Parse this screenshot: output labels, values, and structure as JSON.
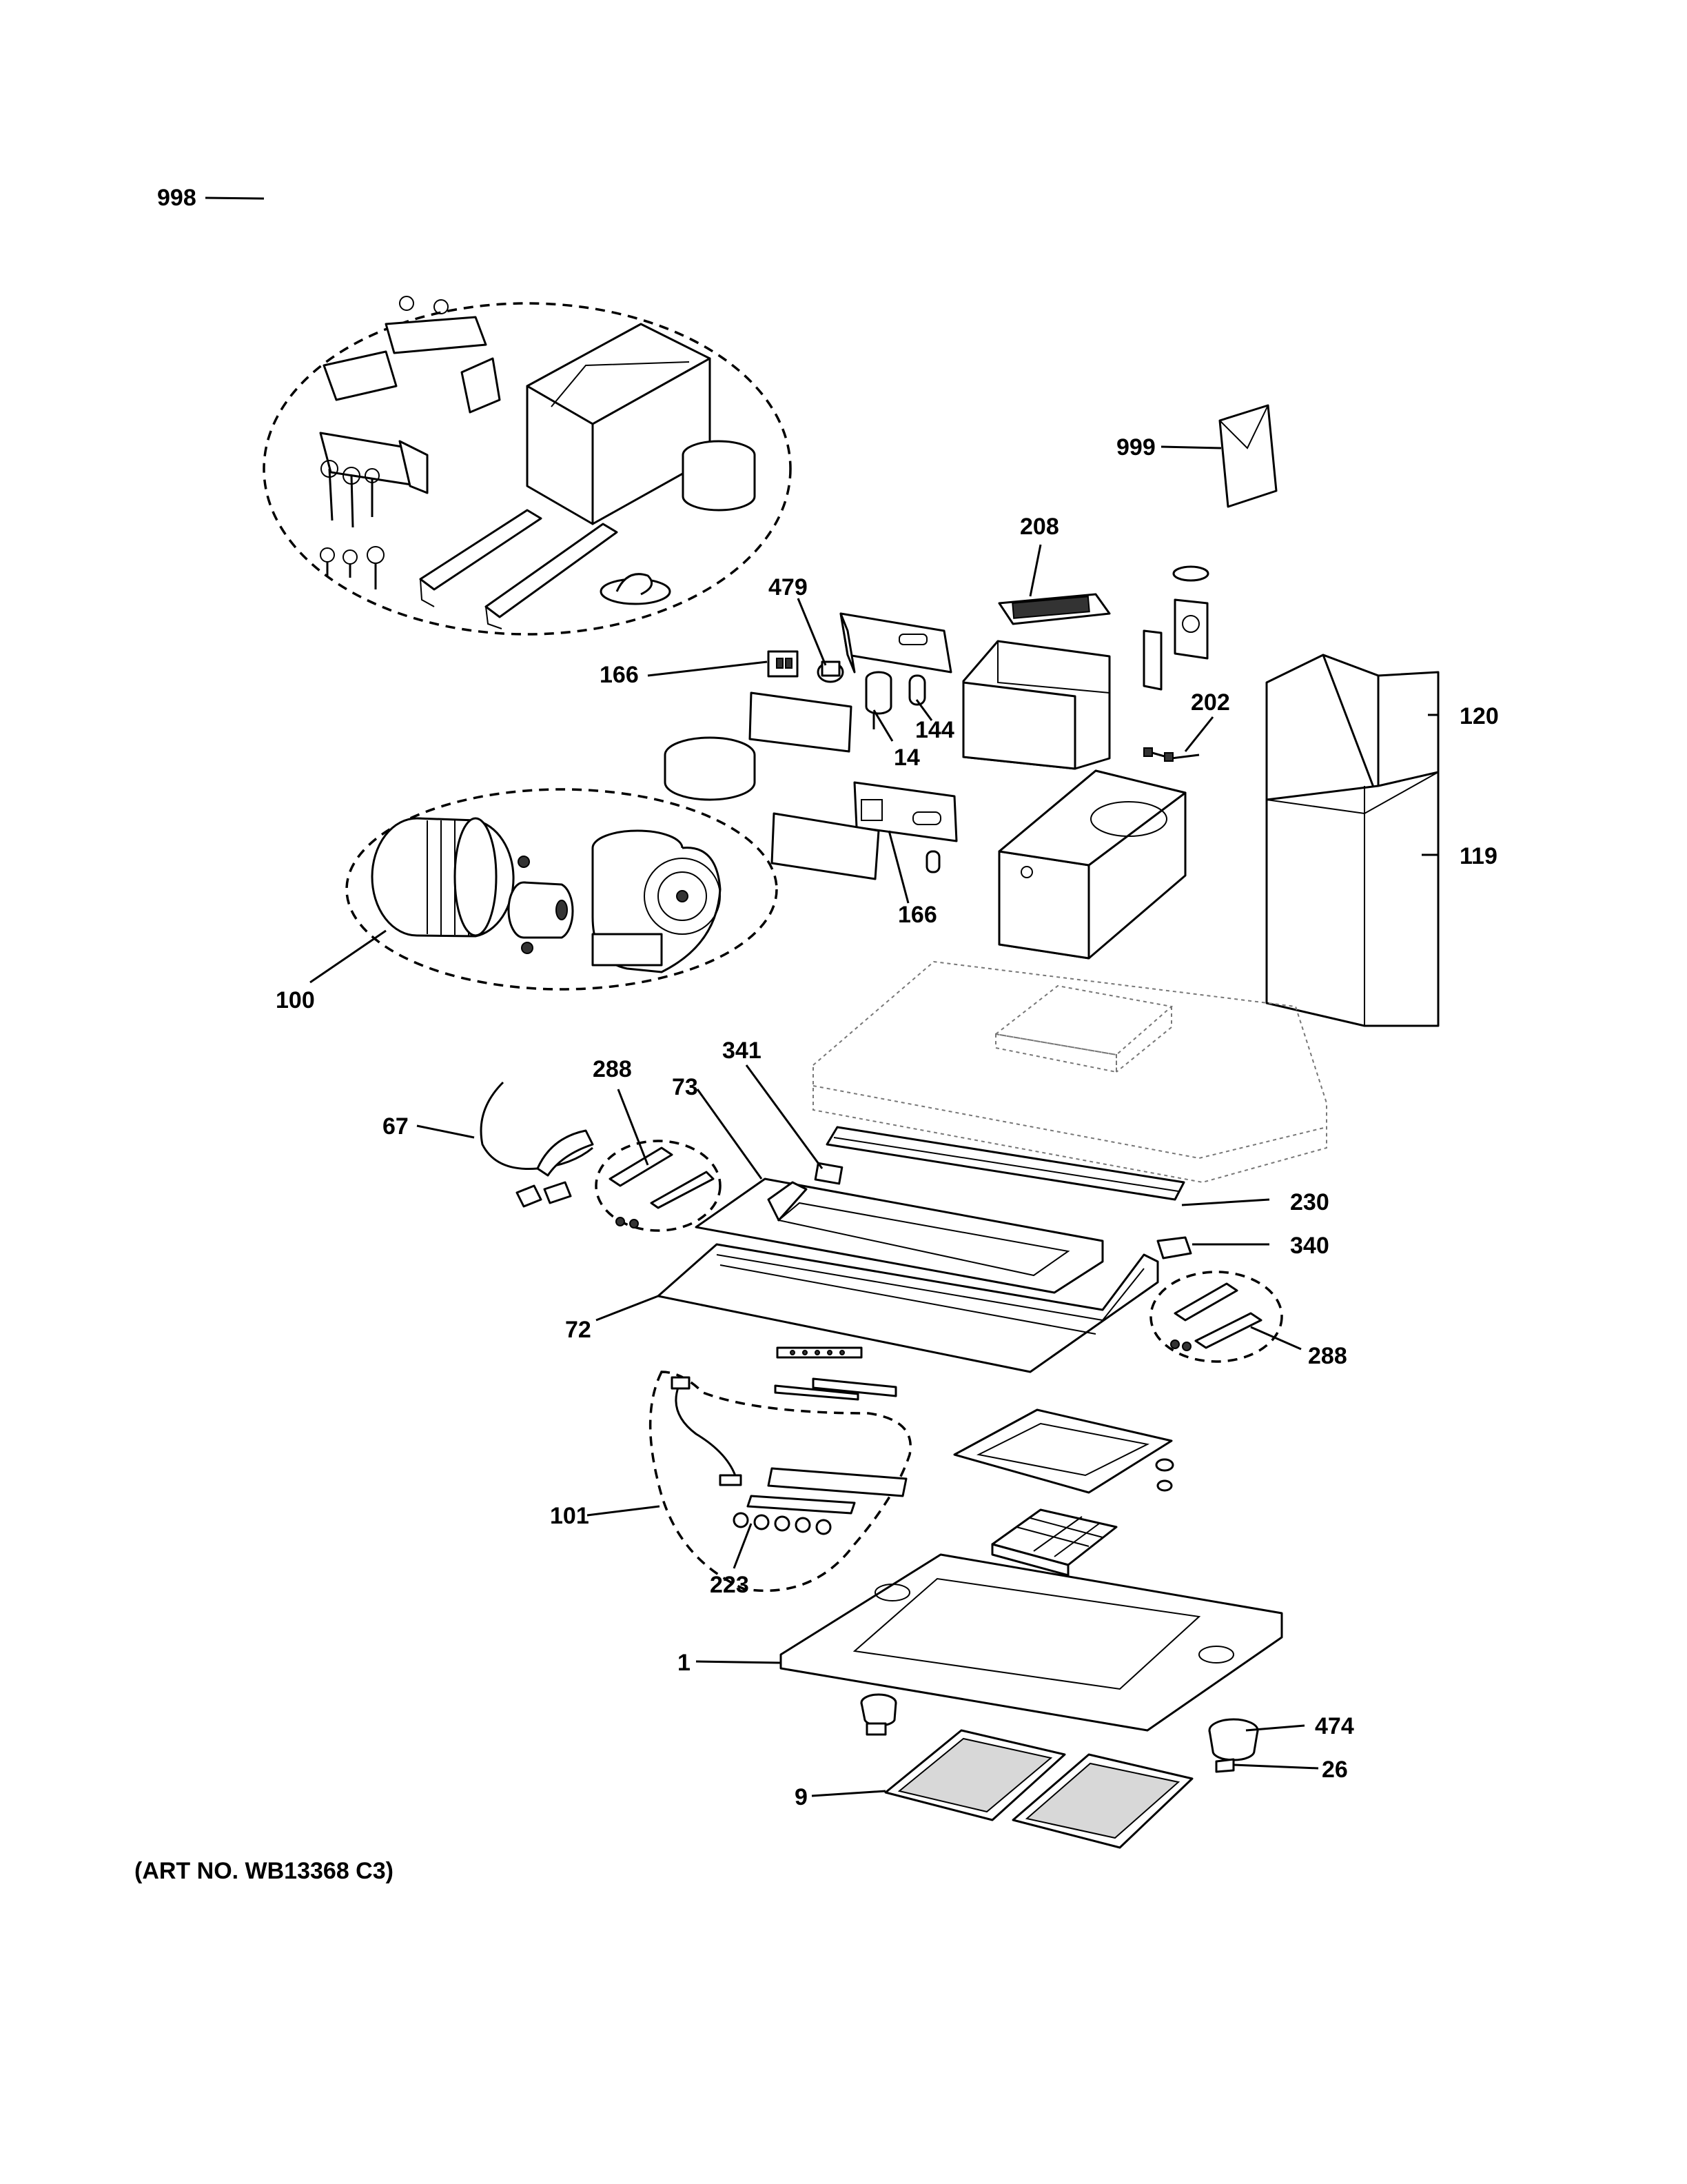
{
  "art_number": "(ART NO. WB13368 C3)",
  "callouts": [
    {
      "id": "998",
      "label": "998"
    },
    {
      "id": "999",
      "label": "999"
    },
    {
      "id": "208",
      "label": "208"
    },
    {
      "id": "479",
      "label": "479"
    },
    {
      "id": "166a",
      "label": "166"
    },
    {
      "id": "144",
      "label": "144"
    },
    {
      "id": "14",
      "label": "14"
    },
    {
      "id": "202",
      "label": "202"
    },
    {
      "id": "120",
      "label": "120"
    },
    {
      "id": "119",
      "label": "119"
    },
    {
      "id": "166b",
      "label": "166"
    },
    {
      "id": "100",
      "label": "100"
    },
    {
      "id": "341",
      "label": "341"
    },
    {
      "id": "288a",
      "label": "288"
    },
    {
      "id": "73",
      "label": "73"
    },
    {
      "id": "67",
      "label": "67"
    },
    {
      "id": "230",
      "label": "230"
    },
    {
      "id": "340",
      "label": "340"
    },
    {
      "id": "72",
      "label": "72"
    },
    {
      "id": "288b",
      "label": "288"
    },
    {
      "id": "101",
      "label": "101"
    },
    {
      "id": "223",
      "label": "223"
    },
    {
      "id": "1",
      "label": "1"
    },
    {
      "id": "474",
      "label": "474"
    },
    {
      "id": "26",
      "label": "26"
    },
    {
      "id": "9",
      "label": "9"
    }
  ]
}
